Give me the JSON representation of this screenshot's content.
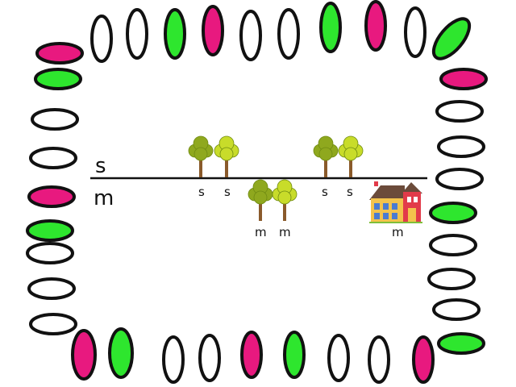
{
  "side_labels": {
    "top": "s",
    "bottom": "m"
  },
  "above_line": [
    {
      "tree": "tree-icon",
      "label": "s"
    },
    {
      "tree": "tree-icon",
      "label": "s"
    },
    {
      "tree": "tree-icon",
      "label": "s"
    },
    {
      "tree": "tree-icon",
      "label": "s"
    }
  ],
  "below_line": [
    {
      "tree": "tree-icon",
      "label": "m"
    },
    {
      "tree": "tree-icon",
      "label": "m"
    }
  ],
  "house": {
    "icon": "house-icon",
    "label": "m"
  },
  "colors": {
    "frame_stroke": "#111111",
    "pink": "#e8197f",
    "green": "#2ee62e",
    "tree_canopy_dark": "#8fa81e",
    "tree_canopy_light": "#c8dc2a",
    "trunk": "#8a5a2b",
    "house_red": "#e23b4a",
    "house_yellow": "#f3c34c",
    "house_roof": "#6b4b3a"
  }
}
